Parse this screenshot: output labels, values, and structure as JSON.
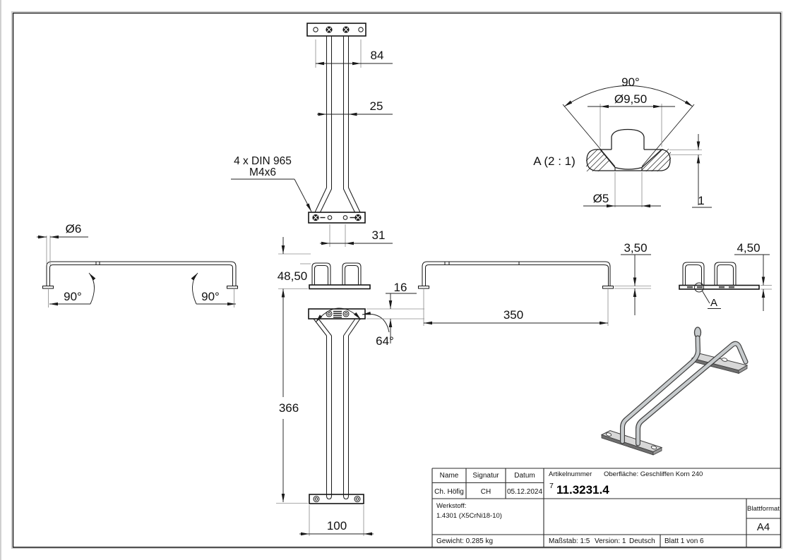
{
  "colors": {
    "line": "#1c1c1c",
    "ext_line": "#8f8f8f",
    "metal_fill": "#c7cbcd"
  },
  "drawing": {
    "front_view": {
      "dim_width_outer": "84",
      "dim_width_inner": "25",
      "screw_note_line1": "4 x DIN 965",
      "screw_note_line2": "M4x6",
      "dim_hole_spacing": "31",
      "dim_end_height": "48,50",
      "dim_bar": "16",
      "angle_v": "64°",
      "dim_length": "366",
      "dim_plate_width": "100"
    },
    "side_view": {
      "dia_rod": "Ø6",
      "angle_left": "90°",
      "angle_right": "90°",
      "dim_span": "350",
      "dim_foot_thickness": "3,50"
    },
    "end_view": {
      "dim_height": "4,50",
      "detail_marker": "A"
    },
    "detail_a": {
      "title": "A (2 : 1)",
      "angle_countersink": "90°",
      "dia_countersink": "Ø9,50",
      "dia_hole": "Ø5",
      "dim_depth": "1"
    }
  },
  "title_block": {
    "col_name": "Name",
    "col_signatur": "Signatur",
    "col_datum": "Datum",
    "name": "Ch. Höfig",
    "signatur": "CH",
    "datum": "05.12.2024",
    "artikelnummer_label": "Artikelnummer",
    "artikelnummer_sup": "7",
    "artikelnummer": "11.3231.4",
    "oberflaeche": "Oberfläche:  Geschliffen Korn 240",
    "werkstoff_label": "Werkstoff:",
    "werkstoff": "1.4301 (X5CrNi18-10)",
    "blattformat_label": "Blattformat",
    "blattformat": "A4",
    "gewicht": "Gewicht: 0.285 kg",
    "massstab": "Maßstab: 1:5",
    "version": "Version: 1",
    "sprache": "Deutsch",
    "blatt": "Blatt 1 von 6"
  }
}
